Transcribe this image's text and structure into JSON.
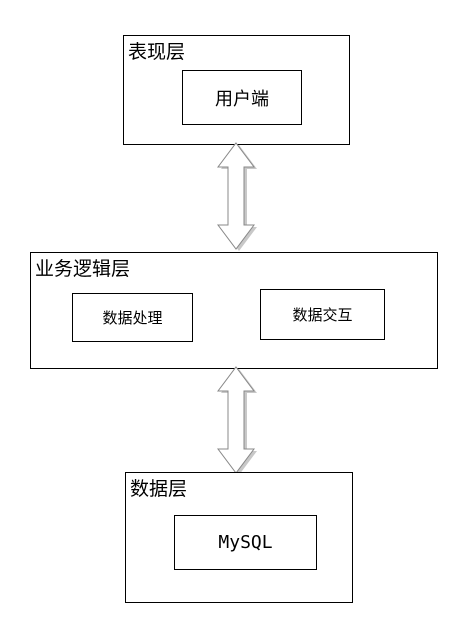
{
  "presentation_layer": {
    "title": "表现层",
    "nodes": [
      {
        "label": "用户端"
      }
    ]
  },
  "business_layer": {
    "title": "业务逻辑层",
    "nodes": [
      {
        "label": "数据处理"
      },
      {
        "label": "数据交互"
      }
    ]
  },
  "data_layer": {
    "title": "数据层",
    "nodes": [
      {
        "label": "MySQL"
      }
    ]
  },
  "connections": [
    {
      "from": "表现层",
      "to": "业务逻辑层",
      "direction": "bidirectional"
    },
    {
      "from": "业务逻辑层",
      "to": "数据层",
      "direction": "bidirectional"
    }
  ],
  "colors": {
    "border": "#000000",
    "arrow_fill": "#ffffff",
    "arrow_stroke": "#888888",
    "arrow_shadow": "#c8c8c8"
  }
}
